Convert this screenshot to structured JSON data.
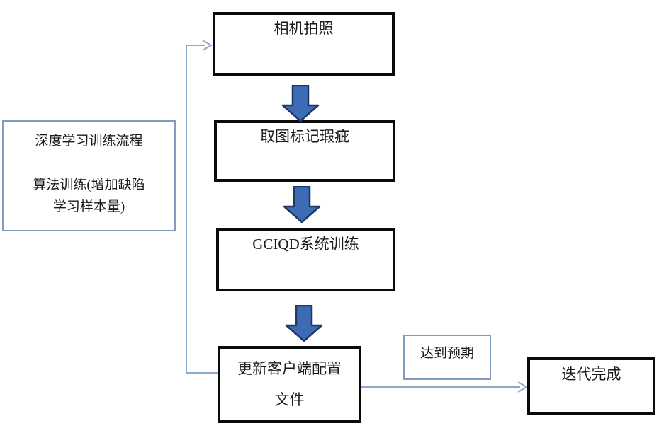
{
  "nodes": {
    "process_note": {
      "label": "深度学习训练流程\n\n算法训练(增加缺陷\n学习样本量)"
    },
    "camera": {
      "label": "相机拍照"
    },
    "mark_defects": {
      "label": "取图标记瑕疵"
    },
    "system_training": {
      "label": "GCIQD系统训练"
    },
    "update_config": {
      "label": "更新客户端配置\n文件"
    },
    "expectation": {
      "label": "达到预期"
    },
    "iteration_done": {
      "label": "迭代完成"
    }
  },
  "colors": {
    "background": "#ffffff",
    "text": "#1a1a1a",
    "box_border": "#0a0a0a",
    "note_border": "#7f9cc0",
    "connector": "#8da9cc",
    "block_arrow_fill": "#3d6cb4",
    "block_arrow_stroke": "#1f3864"
  }
}
